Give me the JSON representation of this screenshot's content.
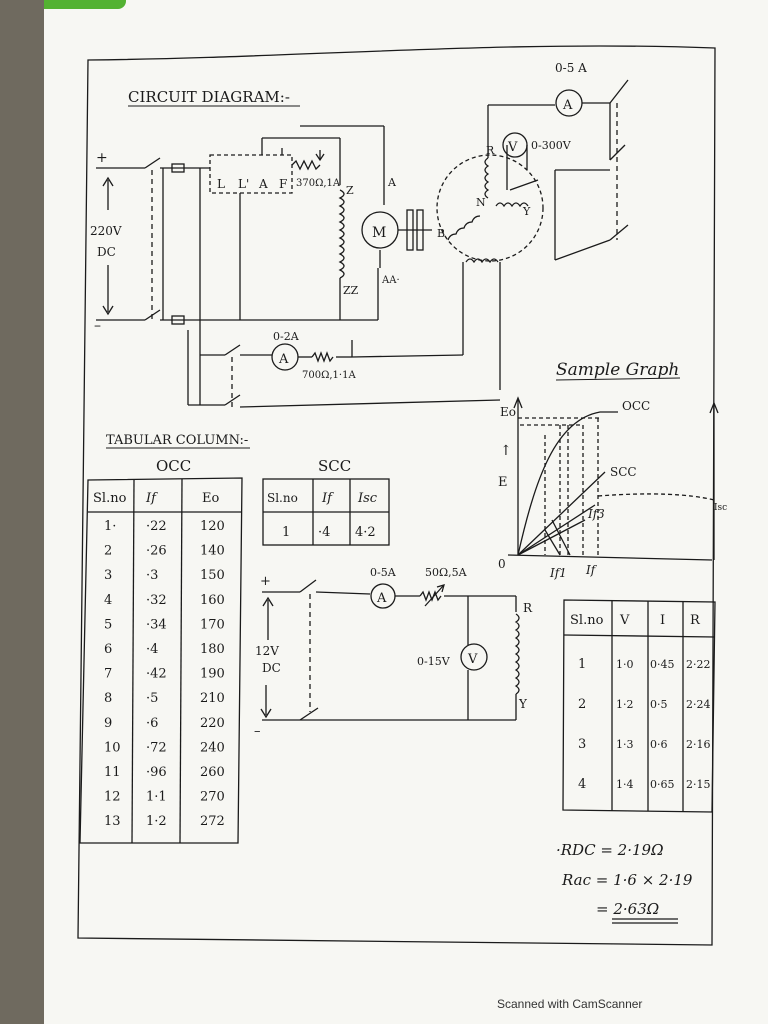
{
  "colors": {
    "ink": "#1b1b1b",
    "paper": "#f7f7f3",
    "background": "#6f6a5f",
    "tape": "#53b232"
  },
  "circuit": {
    "title": "CIRCUIT DIAGRAM:-",
    "supply_plus": "+",
    "supply_minus": "–",
    "supply_voltage": "220V",
    "supply_type": "DC",
    "starter_L": "L",
    "starter_L2": "L'",
    "starter_A": "A",
    "starter_F": "F",
    "field_rheostat": "370Ω,1A",
    "field_Z": "Z",
    "field_ZZ": "ZZ",
    "armature_A": "A",
    "armature_AA": "AA·",
    "motor": "M",
    "coupling_B": "B",
    "ammeter_top_range": "0-5 A",
    "ammeter_symbol": "A",
    "voltmeter_symbol": "V",
    "voltmeter_range": "0-300V",
    "phase_R": "R",
    "phase_N": "N",
    "phase_Y": "Y",
    "ammeter_field_range": "0-2A",
    "field_rheostat_2": "700Ω,1·1A"
  },
  "tabular": {
    "title": "TABULAR COLUMN:-",
    "occ": {
      "caption": "OCC",
      "headers": [
        "Sl.no",
        "If",
        "Eo"
      ],
      "rows": [
        [
          "1·",
          "·22",
          "120"
        ],
        [
          "2",
          "·26",
          "140"
        ],
        [
          "3",
          "·3",
          "150"
        ],
        [
          "4",
          "·32",
          "160"
        ],
        [
          "5",
          "·34",
          "170"
        ],
        [
          "6",
          "·4",
          "180"
        ],
        [
          "7",
          "·42",
          "190"
        ],
        [
          "8",
          "·5",
          "210"
        ],
        [
          "9",
          "·6",
          "220"
        ],
        [
          "10",
          "·72",
          "240"
        ],
        [
          "11",
          "·96",
          "260"
        ],
        [
          "12",
          "1·1",
          "270"
        ],
        [
          "13",
          "1·2",
          "272"
        ]
      ]
    },
    "scc": {
      "caption": "SCC",
      "headers": [
        "Sl.no",
        "If",
        "Isc"
      ],
      "rows": [
        [
          "1",
          "·4",
          "4·2"
        ]
      ]
    }
  },
  "graph": {
    "title": "Sample Graph",
    "occ_label": "OCC",
    "scc_label": "SCC",
    "y_label": "E",
    "eo_label": "Eo",
    "origin": "0",
    "if1": "If1",
    "if": "If",
    "if3": "If3",
    "isc": "Isc",
    "arrow": "↑"
  },
  "resistance": {
    "supply_plus": "+",
    "supply_minus": "–",
    "supply_voltage": "12V",
    "supply_type": "DC",
    "ammeter_range": "0-5A",
    "ammeter_symbol": "A",
    "rheostat": "50Ω,5A",
    "voltmeter_range": "0-15V",
    "voltmeter_symbol": "V",
    "terminal_R": "R",
    "terminal_Y": "Y",
    "table": {
      "headers": [
        "Sl.no",
        "V",
        "I",
        "R"
      ],
      "rows": [
        [
          "1",
          "1·0",
          "0·45",
          "2·22"
        ],
        [
          "2",
          "1·2",
          "0·5",
          "2·24"
        ],
        [
          "3",
          "1·3",
          "0·6",
          "2·16"
        ],
        [
          "4",
          "1·4",
          "0·65",
          "2·15"
        ]
      ]
    },
    "rdc": "·RDC = 2·19Ω",
    "rac": "Rac = 1·6 × 2·19",
    "rac_result": "= 2·63Ω"
  },
  "footer": "Scanned with CamScanner"
}
